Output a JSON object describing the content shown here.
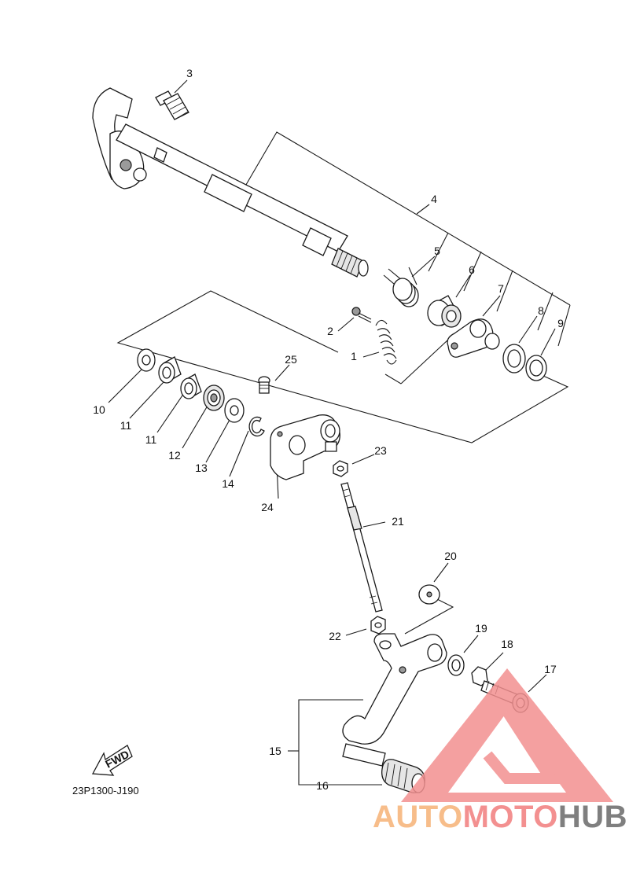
{
  "diagram": {
    "code": "23P1300-J190",
    "fwd_label": "FWD",
    "parts": [
      {
        "id": "1"
      },
      {
        "id": "2"
      },
      {
        "id": "3"
      },
      {
        "id": "4"
      },
      {
        "id": "5"
      },
      {
        "id": "6"
      },
      {
        "id": "7"
      },
      {
        "id": "8"
      },
      {
        "id": "9"
      },
      {
        "id": "10"
      },
      {
        "id": "11a",
        "label": "11"
      },
      {
        "id": "11b",
        "label": "11"
      },
      {
        "id": "12"
      },
      {
        "id": "13"
      },
      {
        "id": "14"
      },
      {
        "id": "15"
      },
      {
        "id": "16"
      },
      {
        "id": "17"
      },
      {
        "id": "18"
      },
      {
        "id": "19"
      },
      {
        "id": "20"
      },
      {
        "id": "21"
      },
      {
        "id": "22"
      },
      {
        "id": "23"
      },
      {
        "id": "24"
      },
      {
        "id": "25"
      }
    ]
  },
  "watermark": {
    "text_part1": "AUTO",
    "text_part2": "MOTO",
    "text_part3": "HUB",
    "color_orange": "#f7bd8a",
    "color_red": "#f39090",
    "color_gray": "#7f7f7f"
  }
}
